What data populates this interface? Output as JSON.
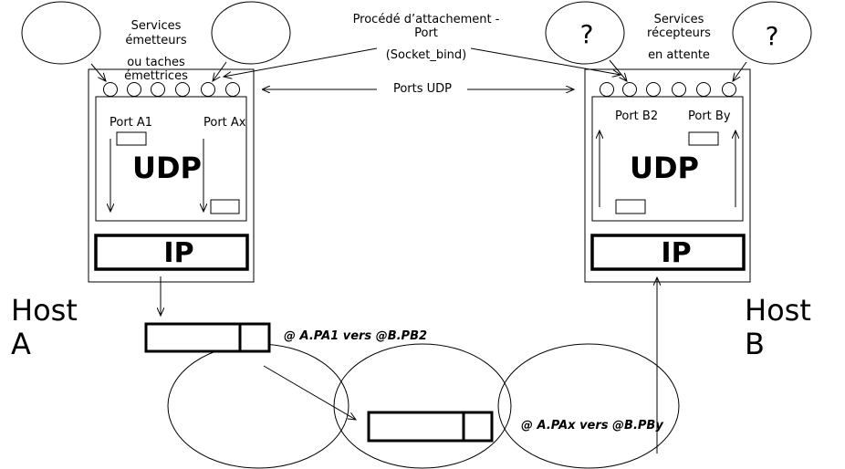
{
  "labels": {
    "services_emetteurs_1": "Services",
    "services_emetteurs_2": "émetteurs",
    "ou_taches_1": "ou taches",
    "ou_taches_2": "émettrices",
    "procede_1": "Procédé d’attachement -",
    "procede_2": "Port",
    "socket_bind": "(Socket_bind)",
    "ports_udp": "Ports UDP",
    "services_recepteurs_1": "Services",
    "services_recepteurs_2": "récepteurs",
    "en_attente": "en attente",
    "question_mark": "?"
  },
  "host_a": {
    "name_line1": "Host",
    "name_line2": "A",
    "port_first": "Port A1",
    "port_last": "Port Ax",
    "udp": "UDP",
    "ip": "IP"
  },
  "host_b": {
    "name_line1": "Host",
    "name_line2": "B",
    "port_first": "Port B2",
    "port_last": "Port By",
    "udp": "UDP",
    "ip": "IP"
  },
  "datagrams": {
    "first": "@ A.PA1 vers @B.PB2",
    "second": "@ A.PAx vers @B.PBy"
  }
}
